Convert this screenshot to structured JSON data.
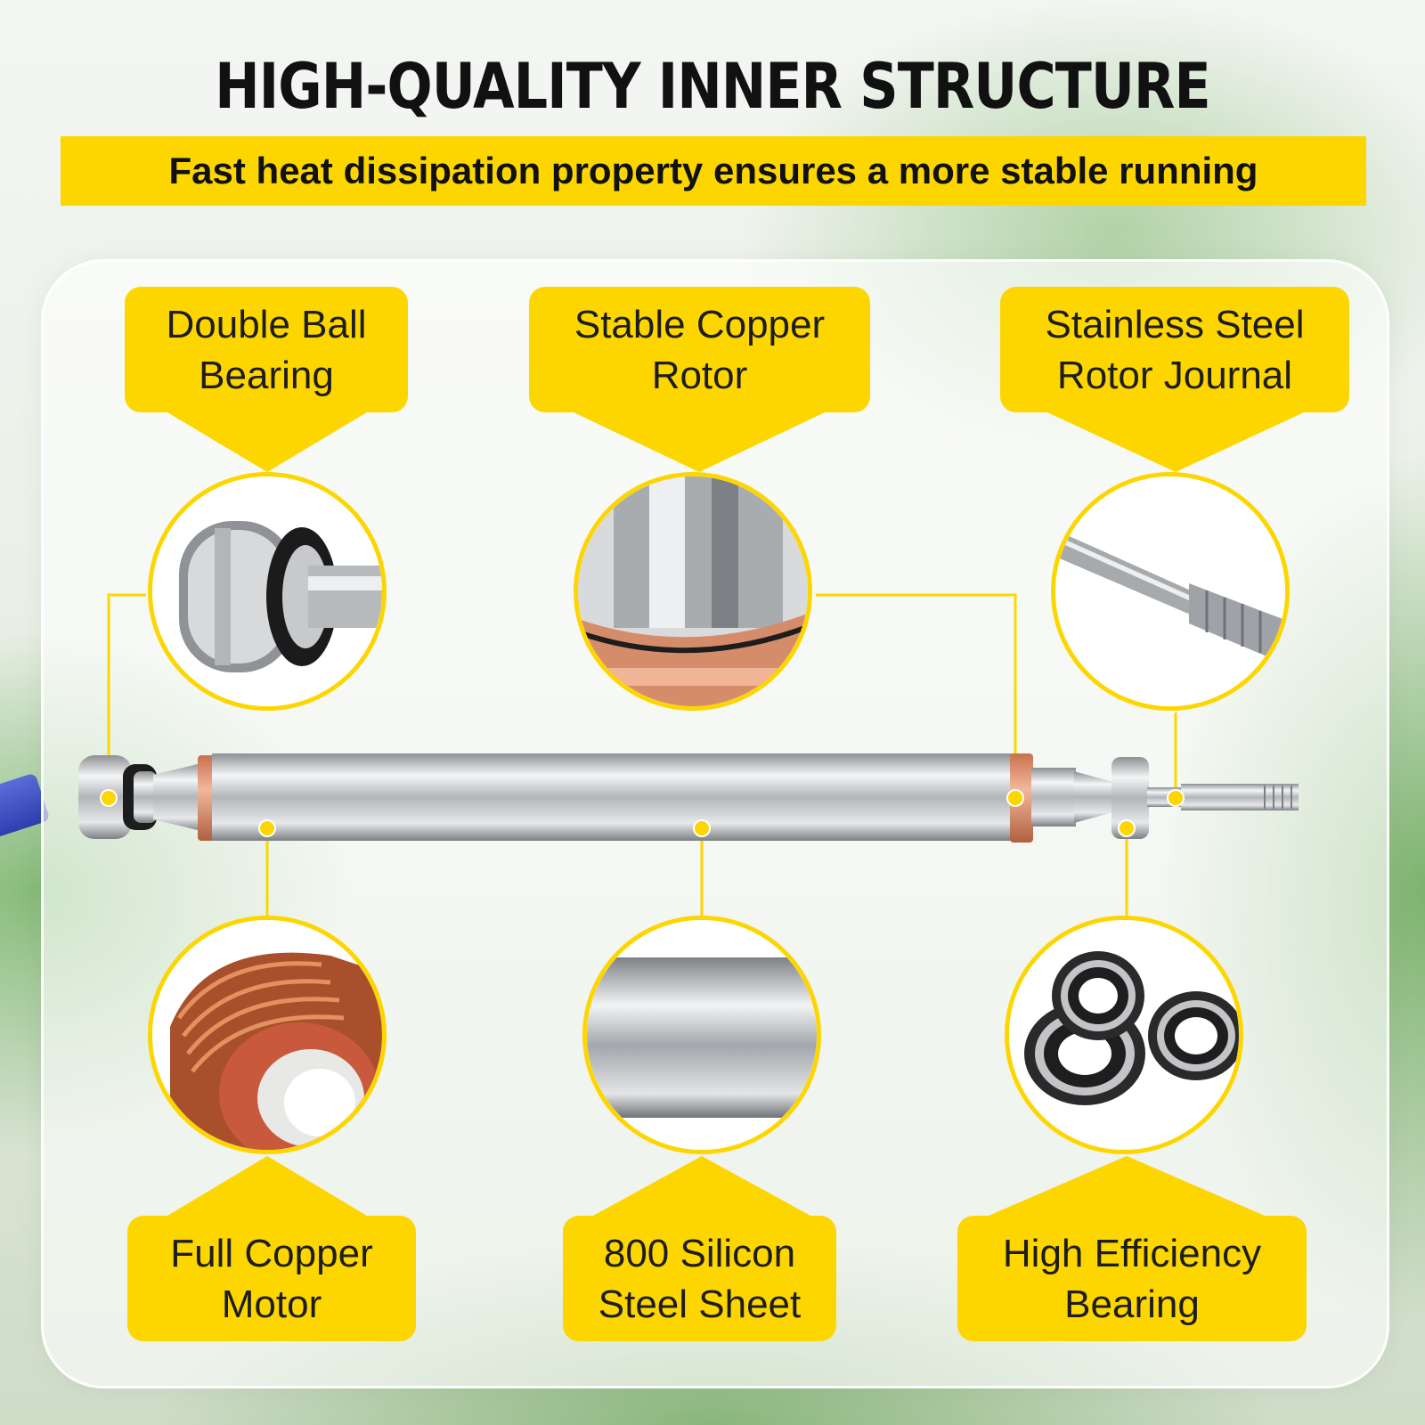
{
  "header": {
    "title": "HIGH-QUALITY INNER STRUCTURE",
    "subtitle": "Fast heat dissipation property ensures a more stable running"
  },
  "features": {
    "top": [
      {
        "label": "Double Ball\nBearing"
      },
      {
        "label": "Stable Copper\nRotor"
      },
      {
        "label": "Stainless Steel\nRotor Journal"
      }
    ],
    "bottom": [
      {
        "label": "Full Copper\nMotor"
      },
      {
        "label": "800 Silicon\nSteel Sheet"
      },
      {
        "label": "High Efficiency\nBearing"
      }
    ]
  },
  "colors": {
    "accent": "#fdd600",
    "copper": "#e0906c",
    "steel": "#b9bcc0"
  }
}
